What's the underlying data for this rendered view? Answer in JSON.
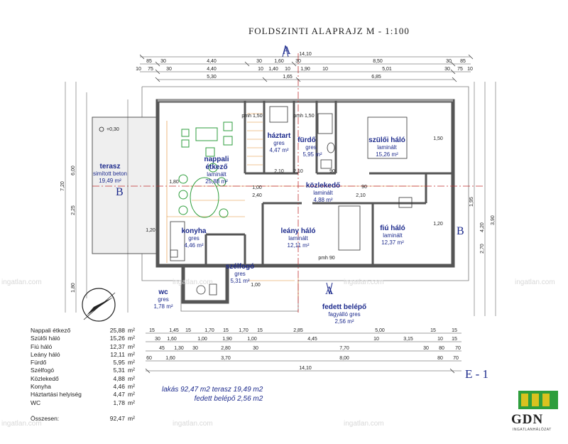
{
  "title": "FOLDSZINTI ALAPRAJZ   M - 1:100",
  "section_marks": {
    "a": "A",
    "b": "B",
    "e": "E - 1"
  },
  "level_mark": "+0,30",
  "rooms": [
    {
      "name": "terasz",
      "sub": "simított beton",
      "area": "19,49 m²"
    },
    {
      "name": "nappali",
      "name2": "étkező",
      "sub": "laminált",
      "area": "25,88 m²"
    },
    {
      "name": "háztart",
      "sub": "gres",
      "area": "4,47 m²"
    },
    {
      "name": "fürdő",
      "sub": "gres",
      "area": "5,95 m²"
    },
    {
      "name": "szülői háló",
      "sub": "laminált",
      "area": "15,26 m²"
    },
    {
      "name": "közlekedő",
      "sub": "laminált",
      "area": "4,88 m²"
    },
    {
      "name": "konyha",
      "sub": "gres",
      "area": "4,46 m²"
    },
    {
      "name": "leány háló",
      "sub": "laminált",
      "area": "12,11 m²"
    },
    {
      "name": "fiú háló",
      "sub": "laminált",
      "area": "12,37 m²"
    },
    {
      "name": "szélfogó",
      "sub": "gres",
      "area": "5,31 m²"
    },
    {
      "name": "wc",
      "sub": "gres",
      "area": "1,78 m²"
    },
    {
      "name": "fedett belépő",
      "sub": "fagyálló gres",
      "area": "2,56 m²"
    }
  ],
  "dims": {
    "top_overall": "14,10",
    "top_row1": [
      "85",
      "30",
      "4,40",
      "30",
      "1,60",
      "30",
      "8,50",
      "30",
      "85"
    ],
    "top_row2": [
      "10",
      "75",
      "30",
      "4,40",
      "10",
      "1,40",
      "10",
      "1,90",
      "10",
      "5,01",
      "30",
      "75",
      "10"
    ],
    "top_row3": [
      "5,30",
      "1,65",
      "6,85"
    ],
    "bottom_row1": [
      "15",
      "1,45",
      "15",
      "1,70",
      "15",
      "1,70",
      "15",
      "2,85",
      "5,00",
      "15",
      "15"
    ],
    "bottom_row2": [
      "30",
      "1,60",
      "1,00",
      "1,90",
      "1,00",
      "4,45",
      "10",
      "3,15",
      "10",
      "15"
    ],
    "bottom_row3": [
      "45",
      "1,30",
      "30",
      "2,80",
      "30",
      "7,70",
      "30",
      "80",
      "70"
    ],
    "bottom_row4": [
      "60",
      "1,60",
      "3,70",
      "8,00",
      "80",
      "70"
    ],
    "bottom_overall": "14,10",
    "left_outer": [
      "7,20"
    ],
    "left_row": [
      "6,00",
      "2,25",
      "1,80"
    ],
    "right_row": [
      "3,90",
      "4,20",
      "1,95",
      "2,70"
    ],
    "inner": [
      "pmh 1,50",
      "pmh 1,50",
      "pmh 90",
      "90",
      "2,10",
      "1,80",
      "2,40",
      "1,00",
      "1,00",
      "1,20",
      "1,50",
      "90",
      "2,10",
      "2,10",
      "1,20"
    ]
  },
  "legend": [
    {
      "name": "Nappali étkező",
      "value": "25,88",
      "unit": "m²"
    },
    {
      "name": "Szülői háló",
      "value": "15,26",
      "unit": "m²"
    },
    {
      "name": "Fiú háló",
      "value": "12,37",
      "unit": "m²"
    },
    {
      "name": "Leány háló",
      "value": "12,11",
      "unit": "m²"
    },
    {
      "name": "Fürdő",
      "value": "5,95",
      "unit": "m²"
    },
    {
      "name": "Szélfogó",
      "value": "5,31",
      "unit": "m²"
    },
    {
      "name": "Közlekedő",
      "value": "4,88",
      "unit": "m²"
    },
    {
      "name": "Konyha",
      "value": "4,46",
      "unit": "m²"
    },
    {
      "name": "Háztartási helyiség",
      "value": "4,47",
      "unit": "m²"
    },
    {
      "name": "WC",
      "value": "1,78",
      "unit": "m²"
    }
  ],
  "legend_total": {
    "name": "Összesen:",
    "value": "92,47",
    "unit": "m²"
  },
  "summary": {
    "line1": "lakás  92,47 m2  terasz 19,49 m2",
    "line2": "fedett belépő 2,56 m2"
  },
  "logo": {
    "text": "GDN",
    "sub": "INGATLANHÁLÓZAT"
  },
  "watermark": "ingatlan.com",
  "colors": {
    "wall": "#555555",
    "label": "#1c2a8c",
    "furniture": "#2e9e3c",
    "door": "#e08a2a",
    "section": "#1c2a8c"
  }
}
